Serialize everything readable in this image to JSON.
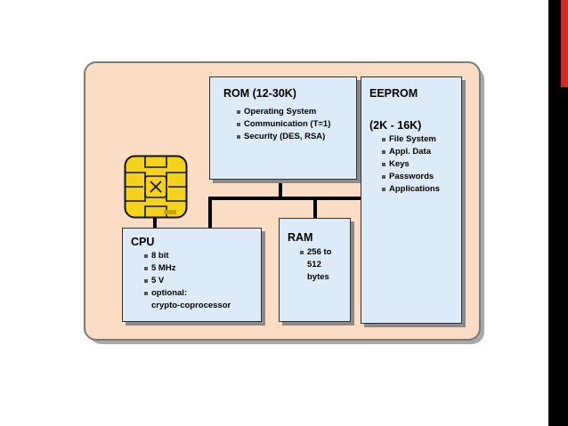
{
  "rom": {
    "title": "ROM (12-30K)",
    "items": [
      "Operating System",
      "Communication (T=1)",
      "Security (DES, RSA)"
    ]
  },
  "eeprom": {
    "title": "EEPROM",
    "subtitle": "(2K - 16K)",
    "items": [
      "File System",
      "Appl. Data",
      "Keys",
      "Passwords",
      "Applications"
    ]
  },
  "cpu": {
    "title": "CPU",
    "items": [
      "8 bit",
      "5 MHz",
      "5 V",
      "optional:"
    ],
    "continuation": "crypto-coprocessor"
  },
  "ram": {
    "title": "RAM",
    "item_lines": [
      "256 to",
      "512",
      "bytes"
    ]
  },
  "colors": {
    "card_fill": "#fbdcc4",
    "box_fill": "#dcebf7",
    "chip_gold": "#f2d21a",
    "accent_red": "#d42a2a"
  }
}
